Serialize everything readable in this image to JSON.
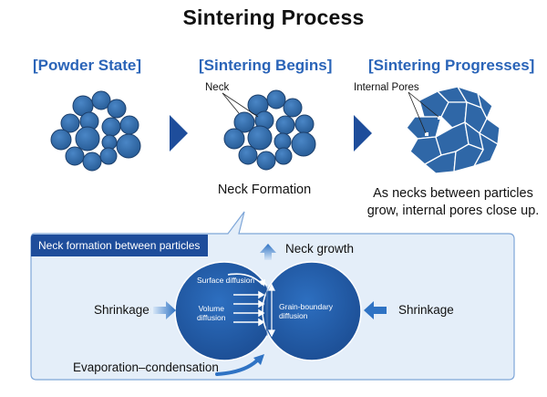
{
  "title": "Sintering Process",
  "stages": [
    {
      "heading": "[Powder State]"
    },
    {
      "heading": "[Sintering Begins]",
      "callout": "Neck",
      "caption": "Neck Formation"
    },
    {
      "heading": "[Sintering Progresses]",
      "callout": "Internal Pores",
      "caption_line1": "As necks between particles",
      "caption_line2": "grow, internal pores close up."
    }
  ],
  "detail": {
    "tab_label": "Neck formation between particles",
    "neck_growth": "Neck growth",
    "shrinkage_left": "Shrinkage",
    "shrinkage_right": "Shrinkage",
    "surface_diffusion": "Surface diffusion",
    "volume_diffusion_line1": "Volume",
    "volume_diffusion_line2": "diffusion",
    "grain_boundary_line1": "Grain-boundary",
    "grain_boundary_line2": "diffusion",
    "evaporation": "Evaporation–condensation"
  },
  "colors": {
    "heading_blue": "#2a64b8",
    "particle_fill": "#2f67a7",
    "particle_edge": "#1c3f6b",
    "panel_fill": "#e4eef9",
    "panel_border": "#7ea6d8",
    "tab_fill": "#1e4d9b",
    "arrow_blue": "#2f73c4",
    "chevron_navy": "#1e4d9b"
  }
}
